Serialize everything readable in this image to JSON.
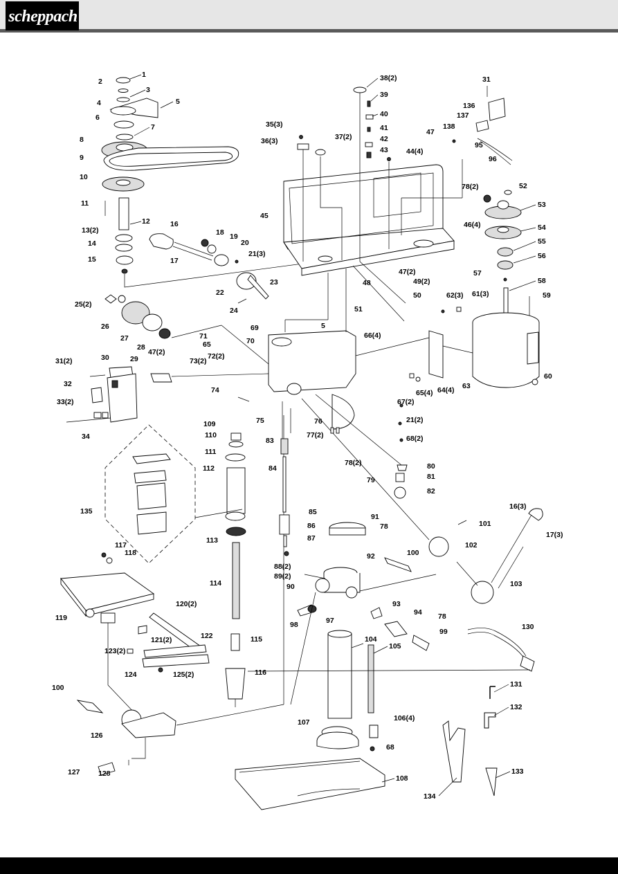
{
  "header": {
    "logo": "scheppach"
  },
  "diagram": {
    "labels": [
      "1",
      "2",
      "3",
      "4",
      "5",
      "6",
      "7",
      "8",
      "9",
      "10",
      "11",
      "12",
      "13(2)",
      "14",
      "15",
      "16",
      "17",
      "18",
      "19",
      "20",
      "21(3)",
      "22",
      "23",
      "24",
      "25(2)",
      "26",
      "27",
      "28",
      "29",
      "30",
      "31(2)",
      "32",
      "33(2)",
      "34",
      "38(2)",
      "39",
      "40",
      "41",
      "42",
      "43",
      "35(3)",
      "36(3)",
      "37(2)",
      "44(4)",
      "45",
      "46(4)",
      "47(2)",
      "48",
      "49(2)",
      "50",
      "51",
      "5",
      "66(4)",
      "69",
      "70",
      "65",
      "71",
      "72(2)",
      "73(2)",
      "47(2)",
      "74",
      "75",
      "76",
      "21(2)",
      "67(2)",
      "68(2)",
      "77(2)",
      "83",
      "84",
      "78(2)",
      "79",
      "80",
      "81",
      "82",
      "31",
      "136",
      "137",
      "138",
      "47",
      "95",
      "96",
      "78(2)",
      "52",
      "53",
      "54",
      "55",
      "56",
      "57",
      "58",
      "59",
      "62(3)",
      "61(3)",
      "63",
      "64(4)",
      "65(4)",
      "60",
      "109",
      "110",
      "111",
      "112",
      "113",
      "114",
      "115",
      "116",
      "135",
      "85",
      "86",
      "87",
      "88(2)",
      "89(2)",
      "90",
      "91",
      "78",
      "92",
      "100",
      "93",
      "94",
      "78",
      "97",
      "98",
      "99",
      "104",
      "105",
      "106(4)",
      "107",
      "68",
      "108",
      "16(3)",
      "17(3)",
      "101",
      "102",
      "103",
      "130",
      "131",
      "132",
      "133",
      "134",
      "117",
      "118",
      "119",
      "120(2)",
      "121(2)",
      "122",
      "123(2)",
      "124",
      "125(2)",
      "100",
      "126",
      "127",
      "128"
    ]
  }
}
